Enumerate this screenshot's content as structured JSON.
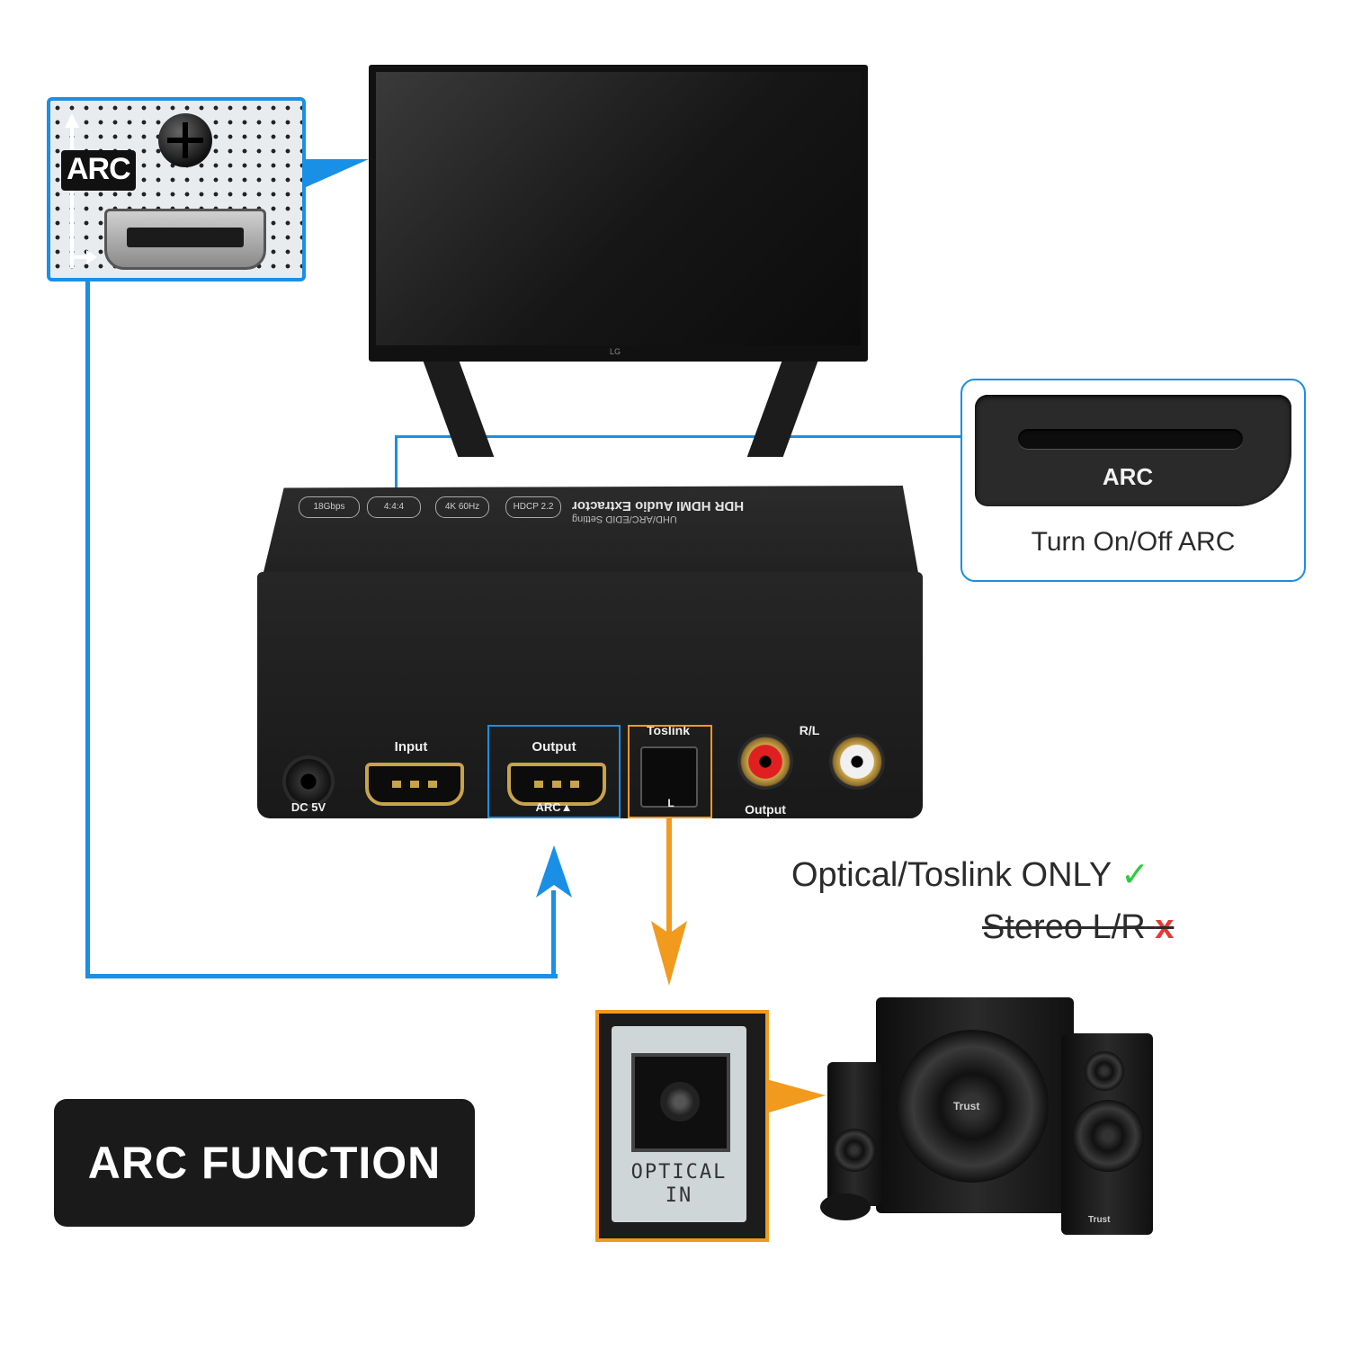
{
  "arc_port": {
    "badge": "ARC"
  },
  "tv": {
    "logo": "LG"
  },
  "arc_switch": {
    "panel_label": "ARC",
    "caption": "Turn On/Off ARC"
  },
  "device": {
    "title": "HDR HDMI Audio Extractor",
    "subtitle": "UHD/ARC/EDID Setting",
    "pills": [
      "18Gbps",
      "4:4:4",
      "4K 60Hz",
      "HDCP 2.2"
    ],
    "labels": {
      "input": "Input",
      "output": "Output",
      "arc": "ARC▲",
      "toslink": "Toslink",
      "rl": "R/L",
      "dc": "DC 5V",
      "audio_output": "Output",
      "l_marker": "L"
    }
  },
  "notes": {
    "optical": "Optical/Toslink ONLY",
    "optical_mark": "✓",
    "stereo": "Stereo L/R",
    "stereo_mark": "x"
  },
  "optical_port": {
    "label_line1": "OPTICAL",
    "label_line2": "IN"
  },
  "speakers": {
    "brand": "Trust"
  },
  "badge": {
    "title": "ARC FUNCTION"
  },
  "colors": {
    "blue_connector": "#1a8fe6",
    "orange_connector": "#f29a1e"
  }
}
